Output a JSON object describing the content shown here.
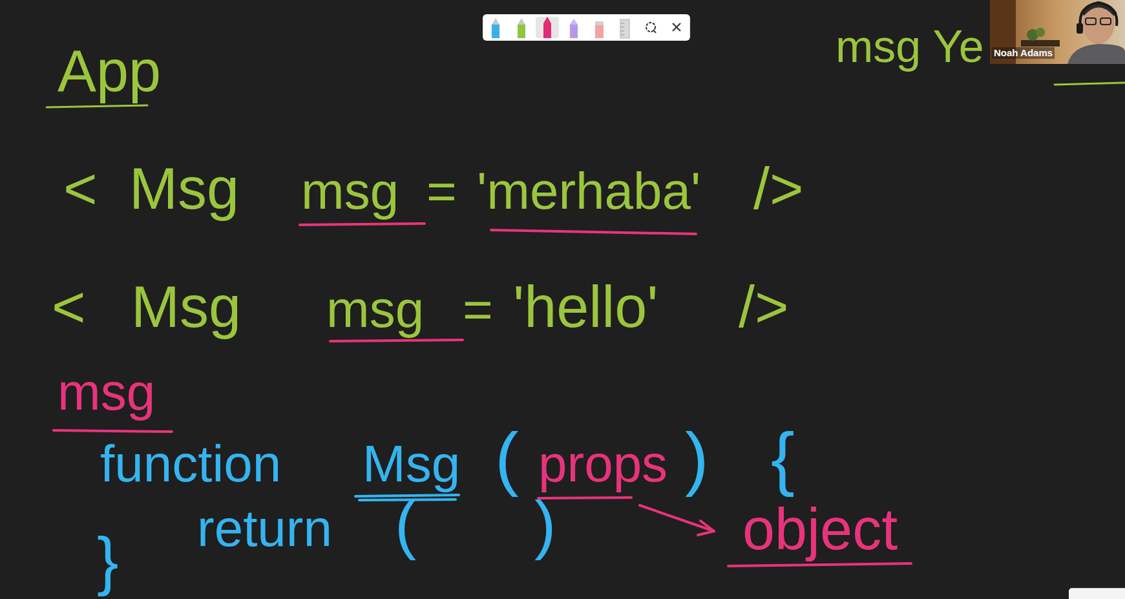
{
  "diagram": {
    "nodes": [
      {
        "text": [
          "Noah Adams"
        ]
      }
    ],
    "labels": [
      "msg Ye",
      "App",
      "<",
      "Msg",
      "msg",
      "=",
      "'merhaba'",
      "/>",
      "<",
      "Msg",
      "msg",
      "=",
      "'hello'",
      "/>",
      "msg",
      "function",
      "Msg",
      "(",
      "props",
      ")",
      "{",
      "return",
      "(",
      ")",
      "}",
      "object"
    ]
  }
}
